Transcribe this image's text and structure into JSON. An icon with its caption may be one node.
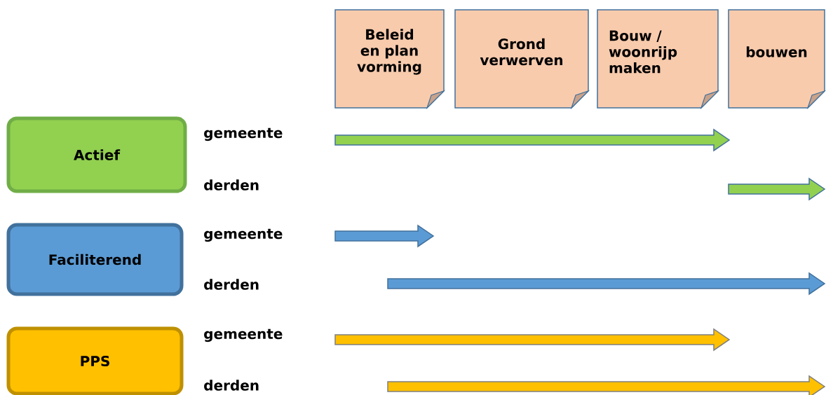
{
  "diagram": {
    "nodes": [
      {
        "text": [
          "Beleid en plan vorming"
        ]
      },
      {
        "text": [
          "Grond verwerven"
        ]
      },
      {
        "text": [
          "Bouw / woonrijp maken"
        ]
      },
      {
        "text": [
          "bouwen"
        ]
      },
      {
        "text": [
          "Actief"
        ]
      },
      {
        "text": [
          "Faciliterend"
        ]
      },
      {
        "text": [
          "PPS"
        ]
      }
    ],
    "labels": [
      "gemeente",
      "derden",
      "gemeente",
      "derden",
      "gemeente",
      "derden"
    ]
  }
}
